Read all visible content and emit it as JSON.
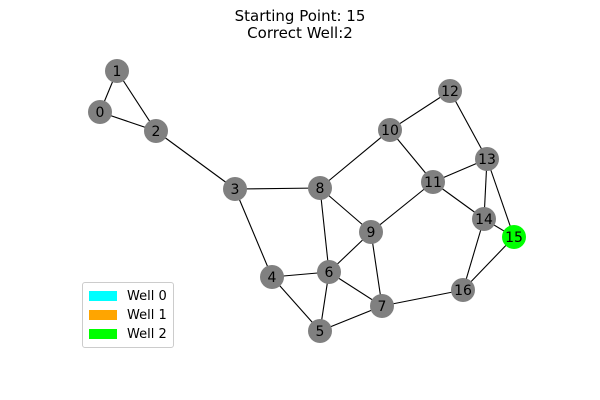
{
  "title": {
    "line1": "Starting Point: 15",
    "line2": "Correct Well:2"
  },
  "colors": {
    "node_default": "#808080",
    "edge": "#000000",
    "well_0": "#00ffff",
    "well_1": "#ffa500",
    "well_2": "#00ff00"
  },
  "legend": {
    "items": [
      {
        "label": "Well 0",
        "color": "#00ffff"
      },
      {
        "label": "Well 1",
        "color": "#ffa500"
      },
      {
        "label": "Well 2",
        "color": "#00ff00"
      }
    ]
  },
  "graph": {
    "nodes": [
      {
        "id": "0",
        "well": null
      },
      {
        "id": "1",
        "well": null
      },
      {
        "id": "2",
        "well": null
      },
      {
        "id": "3",
        "well": null
      },
      {
        "id": "4",
        "well": null
      },
      {
        "id": "5",
        "well": null
      },
      {
        "id": "6",
        "well": null
      },
      {
        "id": "7",
        "well": null
      },
      {
        "id": "8",
        "well": null
      },
      {
        "id": "9",
        "well": null
      },
      {
        "id": "10",
        "well": null
      },
      {
        "id": "11",
        "well": null
      },
      {
        "id": "12",
        "well": null
      },
      {
        "id": "13",
        "well": null
      },
      {
        "id": "14",
        "well": null
      },
      {
        "id": "15",
        "well": 2
      },
      {
        "id": "16",
        "well": null
      }
    ],
    "edges": [
      [
        "0",
        "1"
      ],
      [
        "0",
        "2"
      ],
      [
        "1",
        "2"
      ],
      [
        "2",
        "3"
      ],
      [
        "3",
        "8"
      ],
      [
        "3",
        "4"
      ],
      [
        "4",
        "6"
      ],
      [
        "4",
        "5"
      ],
      [
        "5",
        "6"
      ],
      [
        "5",
        "7"
      ],
      [
        "6",
        "7"
      ],
      [
        "6",
        "8"
      ],
      [
        "6",
        "9"
      ],
      [
        "7",
        "9"
      ],
      [
        "7",
        "16"
      ],
      [
        "8",
        "9"
      ],
      [
        "8",
        "10"
      ],
      [
        "9",
        "11"
      ],
      [
        "10",
        "11"
      ],
      [
        "10",
        "12"
      ],
      [
        "11",
        "13"
      ],
      [
        "11",
        "14"
      ],
      [
        "12",
        "13"
      ],
      [
        "13",
        "14"
      ],
      [
        "13",
        "15"
      ],
      [
        "14",
        "15"
      ],
      [
        "14",
        "16"
      ],
      [
        "15",
        "16"
      ]
    ]
  }
}
